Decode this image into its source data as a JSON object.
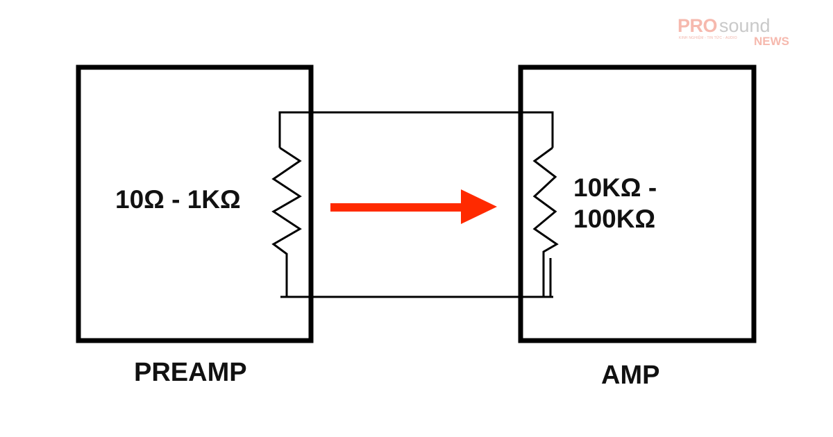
{
  "logo": {
    "pro": "PRO",
    "sound": "sound",
    "news": "NEWS",
    "tagline": "KINH NGHIỆM - TIN TỨC - AUDIO",
    "colors": {
      "primary": "#f6b9ae",
      "secondary": "#c9c9c9"
    }
  },
  "diagram": {
    "preamp": {
      "name": "PREAMP",
      "impedance_label": "10Ω - 1KΩ"
    },
    "amp": {
      "name": "AMP",
      "impedance_line1": "10KΩ -",
      "impedance_line2": "100KΩ"
    },
    "signal_arrow": {
      "direction": "preamp-to-amp",
      "color": "#ff2a00"
    }
  }
}
